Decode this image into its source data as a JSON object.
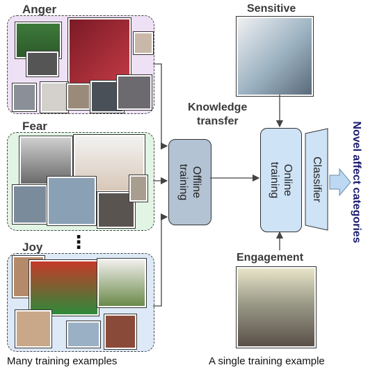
{
  "groups": {
    "anger": {
      "label": "Anger",
      "color": "#efe1f5"
    },
    "fear": {
      "label": "Fear",
      "color": "#e2f4e4"
    },
    "joy": {
      "label": "Joy",
      "color": "#dde9f7"
    }
  },
  "dots": "⋮",
  "boxes": {
    "offline": {
      "label_line1": "Offline",
      "label_line2": "training",
      "color": "#b3c3d3"
    },
    "online": {
      "label_line1": "Online",
      "label_line2": "training",
      "color": "#cfe3f7"
    },
    "classifier": {
      "label": "Classifier",
      "color": "#cfe3f7"
    }
  },
  "labels": {
    "knowledge_line1": "Knowledge",
    "knowledge_line2": "transfer",
    "sensitive": "Sensitive",
    "engagement": "Engagement",
    "novel": "Novel affect categories",
    "novel_color": "#1a1a6e"
  },
  "captions": {
    "left": "Many training examples",
    "right": "A single training example"
  }
}
